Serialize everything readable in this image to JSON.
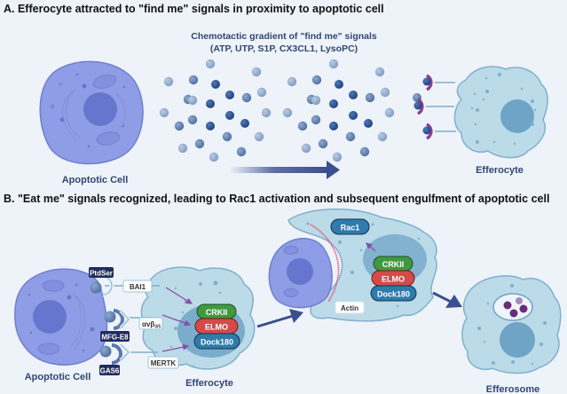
{
  "panel_a": {
    "heading": "A. Efferocyte attracted to \"find me\" signals in proximity to apoptotic cell",
    "gradient_title_line1": "Chemotactic gradient of \"find me\" signals",
    "gradient_title_line2": "(ATP, UTP, S1P, CX3CL1, LysoPC)",
    "apoptotic_cell_label": "Apoptotic Cell",
    "efferocyte_label": "Efferocyte"
  },
  "panel_b": {
    "heading": "B. \"Eat me\" signals recognized, leading to Rac1 activation and subsequent engulfment of apoptotic cell",
    "apoptotic_cell_label": "Apoptotic Cell",
    "efferocyte_label": "Efferocyte",
    "efferosome_label": "Efferosome",
    "ligands": [
      "PtdSer",
      "MFG-E8",
      "GAS6"
    ],
    "receptors": [
      "BAI1",
      "αvβ3/5",
      "MERTK"
    ],
    "receptor_integrin_main": "αvβ",
    "receptor_integrin_sub": "3/5",
    "signaling_complex": [
      "CRKII",
      "ELMO",
      "Dock180"
    ],
    "rac_label": "Rac1",
    "actin_label": "Actin"
  },
  "colors": {
    "apoptotic_cell": "#8f9de6",
    "apoptotic_nucleus": "#6676cf",
    "efferocyte": "#bcdbe8",
    "efferocyte_nucleus": "#6fa4c7",
    "crkii": "#3f9a3f",
    "elmo": "#d64a4a",
    "dock180": "#2f7bab",
    "rac1": "#2f7bab",
    "ligand_tag": "#1f2c5c",
    "arrow": "#3c4e8e",
    "actin": "#e0507a",
    "receptor_purple": "#8c3d8f"
  }
}
